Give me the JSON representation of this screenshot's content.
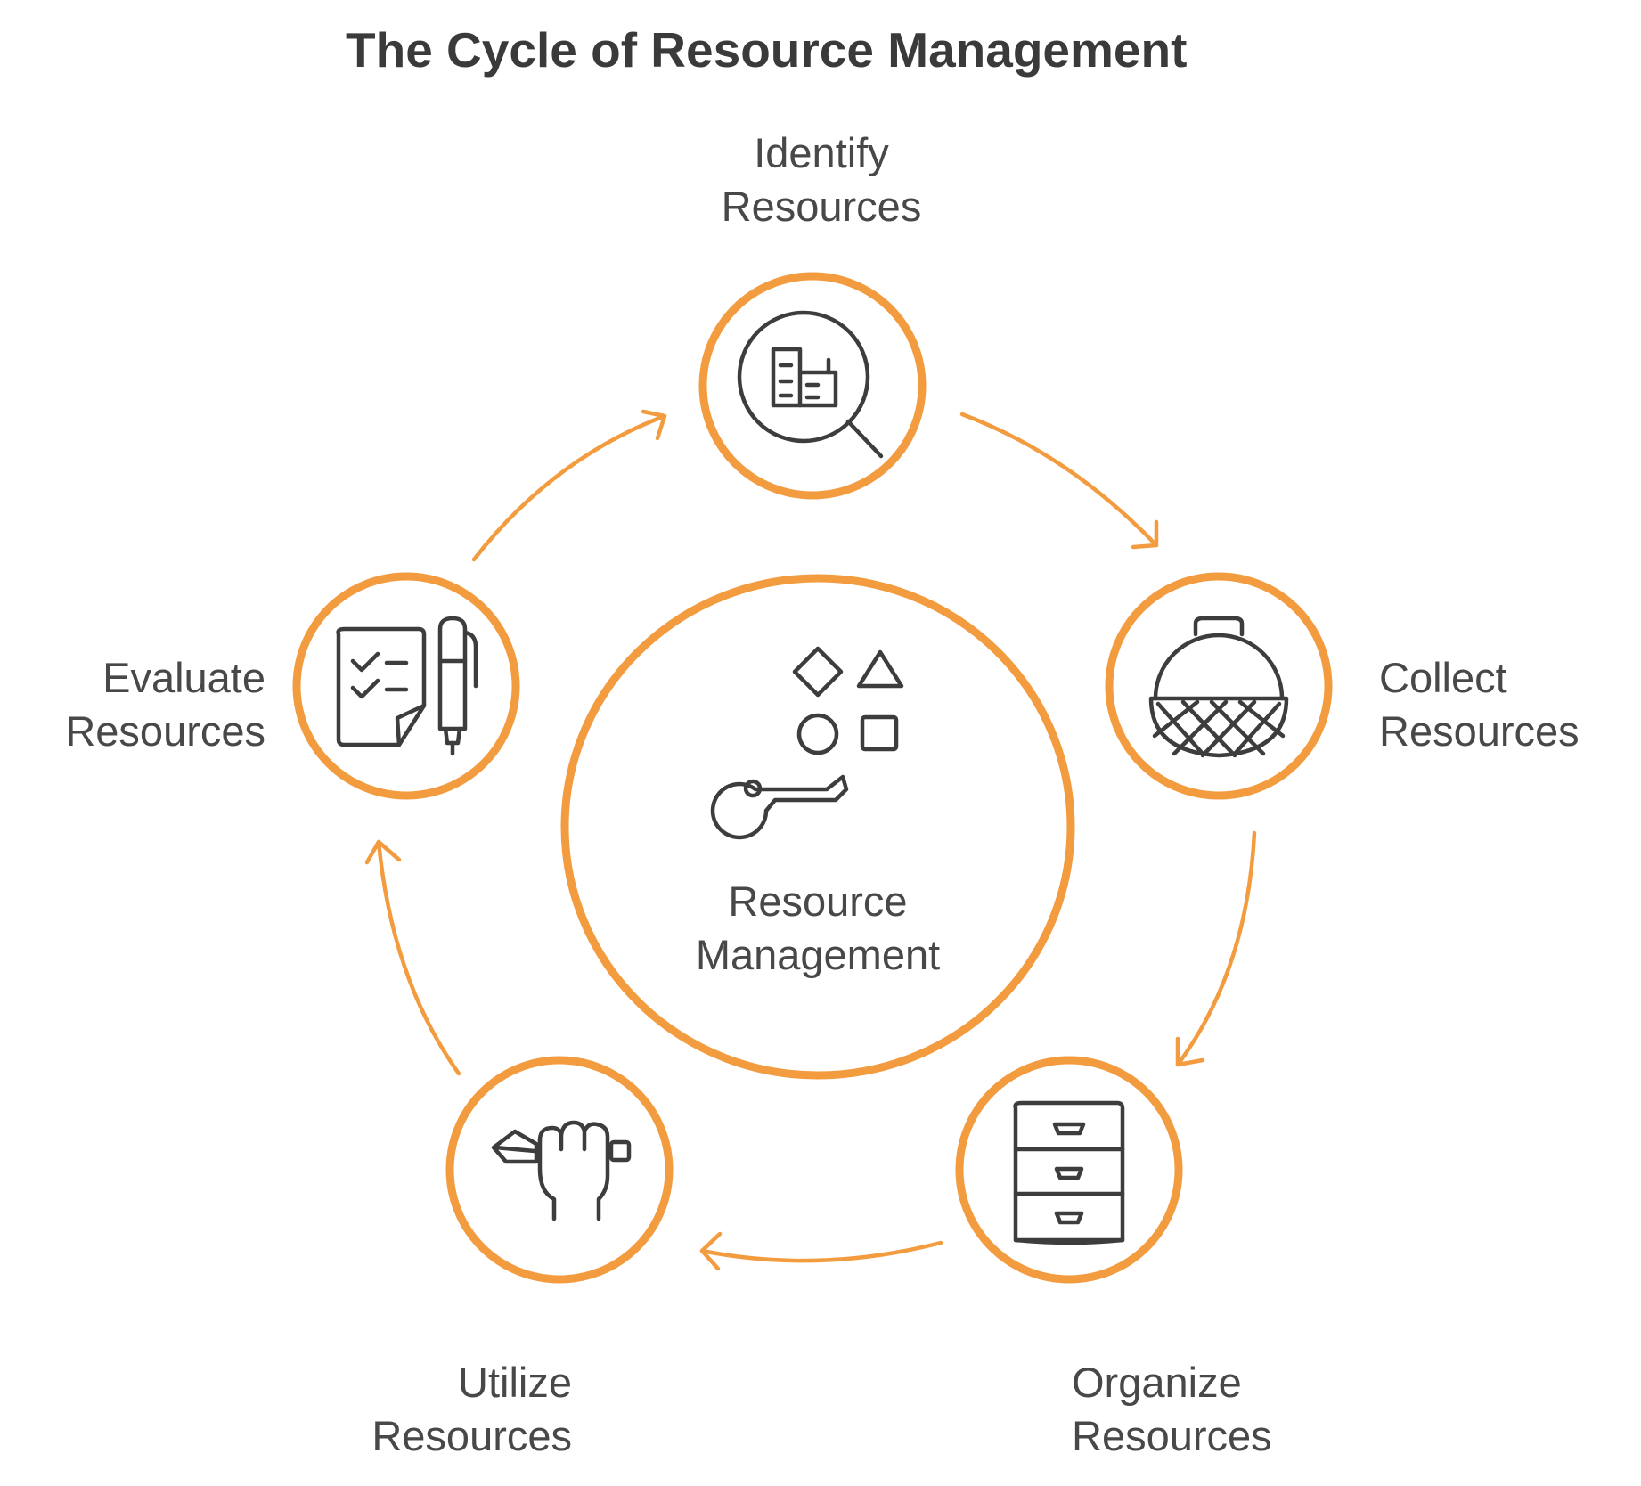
{
  "title": "The Cycle of Resource Management",
  "accent_color": "#f39c3f",
  "text_color": "#484848",
  "center": {
    "line1": "Resource",
    "line2": "Management",
    "icon": "shapes-and-key-icon"
  },
  "steps": [
    {
      "line1": "Identify",
      "line2": "Resources",
      "icon": "magnifier-document-icon"
    },
    {
      "line1": "Collect",
      "line2": "Resources",
      "icon": "basket-icon"
    },
    {
      "line1": "Organize",
      "line2": "Resources",
      "icon": "filing-cabinet-icon"
    },
    {
      "line1": "Utilize",
      "line2": "Resources",
      "icon": "hand-holding-tool-icon"
    },
    {
      "line1": "Evaluate",
      "line2": "Resources",
      "icon": "checklist-and-pen-icon"
    }
  ]
}
